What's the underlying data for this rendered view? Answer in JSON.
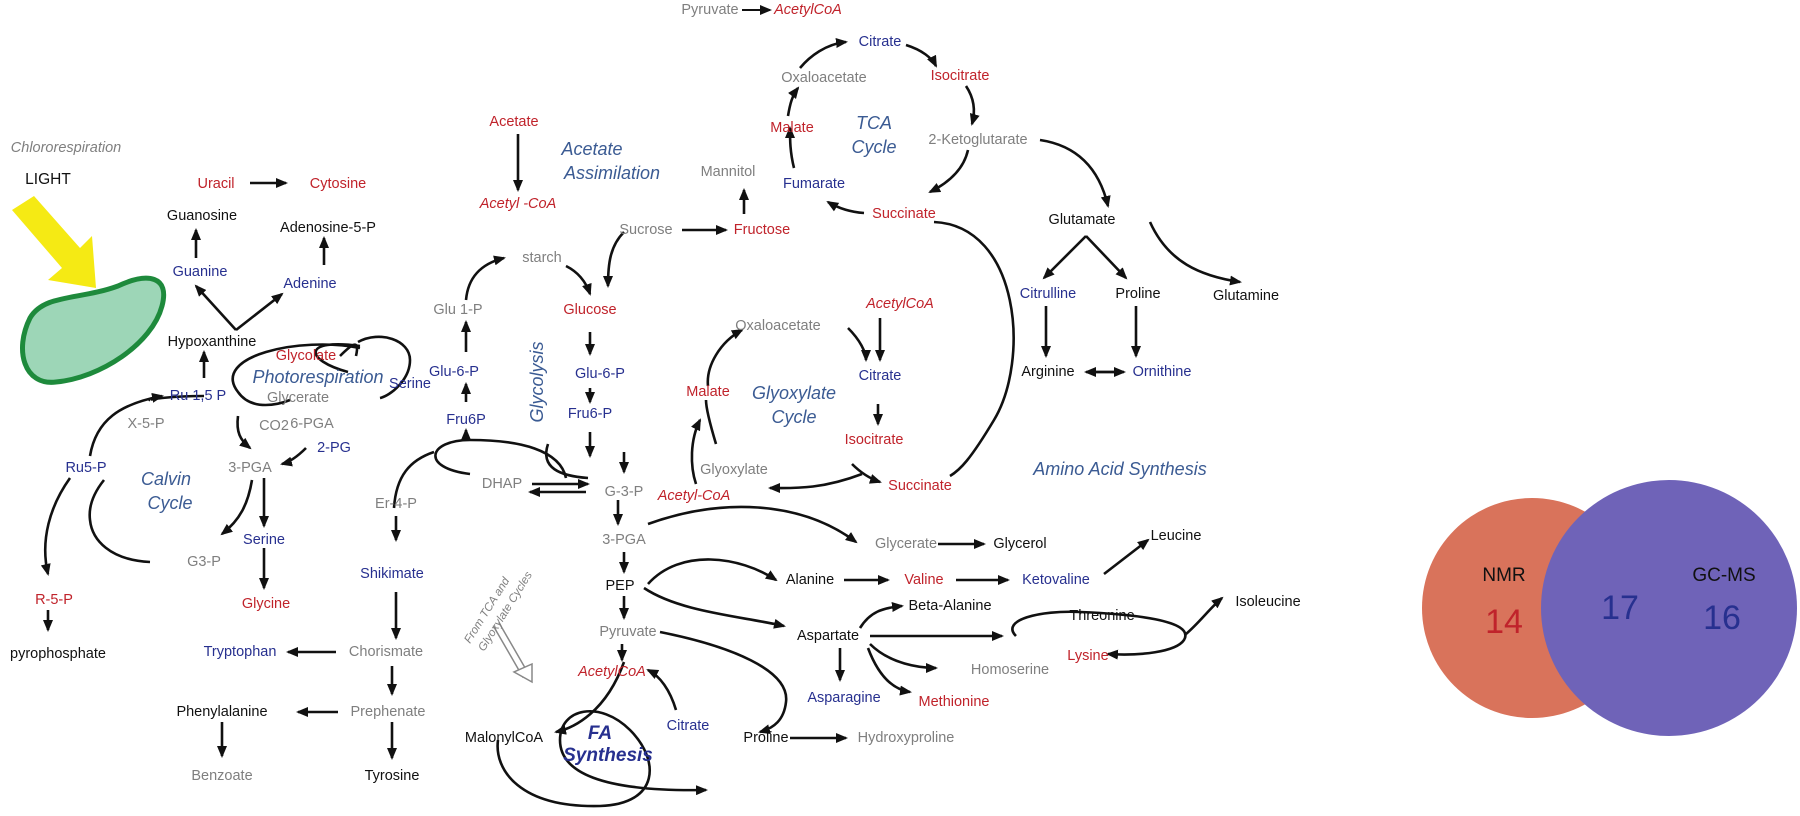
{
  "colors": {
    "measured_by_nmr": "#c0232b",
    "measured_by_gcms": "#27308f",
    "not_measured": "#7f7f7f",
    "label": "#111111",
    "pathway_label": "#3b5b93",
    "light_arrow": "#f5ea14",
    "chloroplast_fill": "#9dd6b7",
    "chloroplast_stroke": "#1e8a3c",
    "venn_nmr": "#d9735b",
    "venn_gcms": "#6f63b8",
    "venn_overlap": "#7b3f78"
  },
  "header": {
    "chlororespiration": "Chlororespiration",
    "light": "LIGHT"
  },
  "pathways": {
    "tca": [
      "TCA",
      "Cycle"
    ],
    "acetate": [
      "Acetate",
      "Assimilation"
    ],
    "photorespiration": "Photorespiration",
    "calvin": [
      "Calvin",
      "Cycle"
    ],
    "glycolysis": "Glycolysis",
    "glyoxylate": [
      "Glyoxylate",
      "Cycle"
    ],
    "amino_acid": "Amino Acid Synthesis",
    "fa": [
      "FA",
      "Synthesis"
    ],
    "from_tca": [
      "From TCA and",
      "Glyoxylate Cycles"
    ]
  },
  "metabolites": [
    {
      "id": "pyruvate_top",
      "label": "Pyruvate",
      "color": "g"
    },
    {
      "id": "acetylcoa_top",
      "label": "AcetylCoA",
      "color": "r",
      "italic": true
    },
    {
      "id": "citrate_tca",
      "label": "Citrate",
      "color": "b"
    },
    {
      "id": "oxaloacetate_tca",
      "label": "Oxaloacetate",
      "color": "g"
    },
    {
      "id": "isocitrate_tca",
      "label": "Isocitrate",
      "color": "r"
    },
    {
      "id": "malate_tca",
      "label": "Malate",
      "color": "r"
    },
    {
      "id": "ketoglutarate",
      "label": "2-Ketoglutarate",
      "color": "g"
    },
    {
      "id": "mannitol",
      "label": "Mannitol",
      "color": "g"
    },
    {
      "id": "fumarate",
      "label": "Fumarate",
      "color": "b"
    },
    {
      "id": "succinate_tca",
      "label": "Succinate",
      "color": "r"
    },
    {
      "id": "acetate",
      "label": "Acetate",
      "color": "r"
    },
    {
      "id": "acetylcoa_acetate",
      "label": "Acetyl -CoA",
      "color": "r",
      "italic": true
    },
    {
      "id": "uracil",
      "label": "Uracil",
      "color": "r"
    },
    {
      "id": "cytosine",
      "label": "Cytosine",
      "color": "r"
    },
    {
      "id": "guanosine",
      "label": "Guanosine",
      "color": "k"
    },
    {
      "id": "adenosine5p",
      "label": "Adenosine-5-P",
      "color": "k"
    },
    {
      "id": "guanine",
      "label": "Guanine",
      "color": "b"
    },
    {
      "id": "adenine",
      "label": "Adenine",
      "color": "b"
    },
    {
      "id": "hypoxanthine",
      "label": "Hypoxanthine",
      "color": "k"
    },
    {
      "id": "sucrose",
      "label": "Sucrose",
      "color": "g"
    },
    {
      "id": "fructose",
      "label": "Fructose",
      "color": "r"
    },
    {
      "id": "starch",
      "label": "starch",
      "color": "g"
    },
    {
      "id": "glucose",
      "label": "Glucose",
      "color": "r"
    },
    {
      "id": "glu1p",
      "label": "Glu 1-P",
      "color": "g"
    },
    {
      "id": "glu6p_left",
      "label": "Glu-6-P",
      "color": "b"
    },
    {
      "id": "glu6p_mid",
      "label": "Glu-6-P",
      "color": "b"
    },
    {
      "id": "fru6p_left",
      "label": "Fru6P",
      "color": "b"
    },
    {
      "id": "fru6p_mid",
      "label": "Fru6-P",
      "color": "b"
    },
    {
      "id": "glutamate",
      "label": "Glutamate",
      "color": "k"
    },
    {
      "id": "citrulline",
      "label": "Citrulline",
      "color": "b"
    },
    {
      "id": "proline_aa",
      "label": "Proline",
      "color": "k"
    },
    {
      "id": "glutamine",
      "label": "Glutamine",
      "color": "k"
    },
    {
      "id": "arginine",
      "label": "Arginine",
      "color": "k"
    },
    {
      "id": "ornithine",
      "label": "Ornithine",
      "color": "b"
    },
    {
      "id": "glycolate",
      "label": "Glycolate",
      "color": "r"
    },
    {
      "id": "serine_photo",
      "label": "Serine",
      "color": "b"
    },
    {
      "id": "glycerate_photo",
      "label": "Glycerate",
      "color": "g"
    },
    {
      "id": "ru15p",
      "label": "Ru 1,5 P",
      "color": "b"
    },
    {
      "id": "x5p",
      "label": "X-5-P",
      "color": "g"
    },
    {
      "id": "co2",
      "label": "CO2",
      "color": "g"
    },
    {
      "id": "pga6",
      "label": "6-PGA",
      "color": "g"
    },
    {
      "id": "pg2",
      "label": "2-PG",
      "color": "b"
    },
    {
      "id": "ru5p",
      "label": "Ru5-P",
      "color": "b"
    },
    {
      "id": "pga3_calvin",
      "label": "3-PGA",
      "color": "g"
    },
    {
      "id": "serine_calvin",
      "label": "Serine",
      "color": "b"
    },
    {
      "id": "g3p",
      "label": "G3-P",
      "color": "g"
    },
    {
      "id": "glycine",
      "label": "Glycine",
      "color": "r"
    },
    {
      "id": "r5p",
      "label": "R-5-P",
      "color": "r"
    },
    {
      "id": "pyrophosphate",
      "label": "pyrophosphate",
      "color": "k"
    },
    {
      "id": "acetylcoa_glyox",
      "label": "AcetylCoA",
      "color": "r",
      "italic": true
    },
    {
      "id": "oxaloacetate_glyox",
      "label": "Oxaloacetate",
      "color": "g"
    },
    {
      "id": "malate_glyox",
      "label": "Malate",
      "color": "r"
    },
    {
      "id": "citrate_glyox",
      "label": "Citrate",
      "color": "b"
    },
    {
      "id": "isocitrate_glyox",
      "label": "Isocitrate",
      "color": "r"
    },
    {
      "id": "glyoxylate",
      "label": "Glyoxylate",
      "color": "g"
    },
    {
      "id": "succinate_glyox",
      "label": "Succinate",
      "color": "r"
    },
    {
      "id": "acetylcoa_mid",
      "label": "Acetyl-CoA",
      "color": "r",
      "italic": true
    },
    {
      "id": "dhap",
      "label": "DHAP",
      "color": "g"
    },
    {
      "id": "g3p_mid",
      "label": "G-3-P",
      "color": "g"
    },
    {
      "id": "er4p",
      "label": "Er-4-P",
      "color": "g"
    },
    {
      "id": "pga3_mid",
      "label": "3-PGA",
      "color": "g"
    },
    {
      "id": "glycerate_mid",
      "label": "Glycerate",
      "color": "g"
    },
    {
      "id": "glycerol",
      "label": "Glycerol",
      "color": "k"
    },
    {
      "id": "leucine",
      "label": "Leucine",
      "color": "k"
    },
    {
      "id": "shikimate",
      "label": "Shikimate",
      "color": "b"
    },
    {
      "id": "pep",
      "label": "PEP",
      "color": "k"
    },
    {
      "id": "alanine",
      "label": "Alanine",
      "color": "k"
    },
    {
      "id": "valine",
      "label": "Valine",
      "color": "r"
    },
    {
      "id": "ketovaline",
      "label": "Ketovaline",
      "color": "b"
    },
    {
      "id": "beta_alanine",
      "label": "Beta-Alanine",
      "color": "k"
    },
    {
      "id": "threonine",
      "label": "Threonine",
      "color": "k"
    },
    {
      "id": "isoleucine",
      "label": "Isoleucine",
      "color": "k"
    },
    {
      "id": "pyruvate_mid",
      "label": "Pyruvate",
      "color": "g"
    },
    {
      "id": "aspartate",
      "label": "Aspartate",
      "color": "k"
    },
    {
      "id": "tryptophan",
      "label": "Tryptophan",
      "color": "b"
    },
    {
      "id": "chorismate",
      "label": "Chorismate",
      "color": "g"
    },
    {
      "id": "homoserine",
      "label": "Homoserine",
      "color": "g"
    },
    {
      "id": "lysine",
      "label": "Lysine",
      "color": "r"
    },
    {
      "id": "acetylcoa_fa",
      "label": "AcetylCoA",
      "color": "r",
      "italic": true
    },
    {
      "id": "asparagine",
      "label": "Asparagine",
      "color": "b"
    },
    {
      "id": "methionine",
      "label": "Methionine",
      "color": "r"
    },
    {
      "id": "phenylalanine",
      "label": "Phenylalanine",
      "color": "k"
    },
    {
      "id": "prephenate",
      "label": "Prephenate",
      "color": "g"
    },
    {
      "id": "citrate_fa",
      "label": "Citrate",
      "color": "b"
    },
    {
      "id": "malonylcoa",
      "label": "MalonylCoA",
      "color": "k"
    },
    {
      "id": "proline_fa",
      "label": "Proline",
      "color": "k"
    },
    {
      "id": "hydroxyproline",
      "label": "Hydroxyproline",
      "color": "g"
    },
    {
      "id": "benzoate",
      "label": "Benzoate",
      "color": "g"
    },
    {
      "id": "tyrosine",
      "label": "Tyrosine",
      "color": "k"
    }
  ],
  "venn": {
    "left_label": "NMR",
    "right_label": "GC-MS",
    "left_only": "14",
    "overlap": "17",
    "right_only": "16"
  }
}
